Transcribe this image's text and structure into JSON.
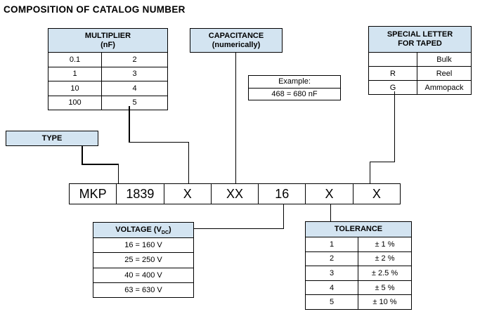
{
  "title": "COMPOSITION OF CATALOG NUMBER",
  "colors": {
    "header_fill": "#d3e4f1",
    "border": "#000000",
    "text": "#000000"
  },
  "multiplier": {
    "header_line1": "MULTIPLIER",
    "header_line2": "(nF)",
    "rows": [
      [
        "0.1",
        "2"
      ],
      [
        "1",
        "3"
      ],
      [
        "10",
        "4"
      ],
      [
        "100",
        "5"
      ]
    ]
  },
  "capacitance": {
    "header_line1": "CAPACITANCE",
    "header_line2": "(numerically)"
  },
  "example": {
    "label": "Example:",
    "value": "468 = 680 nF"
  },
  "special_letter": {
    "header_line1": "SPECIAL LETTER",
    "header_line2": "FOR TAPED",
    "rows": [
      [
        "",
        "Bulk"
      ],
      [
        "R",
        "Reel"
      ],
      [
        "G",
        "Ammopack"
      ]
    ]
  },
  "type_box": {
    "label": "TYPE"
  },
  "catalog_row": {
    "cells": [
      "MKP",
      "1839",
      "X",
      "XX",
      "16",
      "X",
      "X"
    ]
  },
  "voltage": {
    "header_pre": "VOLTAGE (V",
    "header_sub": "DC",
    "header_post": ")",
    "rows": [
      "16 = 160 V",
      "25 = 250 V",
      "40 = 400 V",
      "63 = 630 V"
    ]
  },
  "tolerance": {
    "header": "TOLERANCE",
    "rows": [
      [
        "1",
        "± 1 %"
      ],
      [
        "2",
        "± 2 %"
      ],
      [
        "3",
        "± 2.5 %"
      ],
      [
        "4",
        "± 5 %"
      ],
      [
        "5",
        "± 10 %"
      ]
    ]
  }
}
